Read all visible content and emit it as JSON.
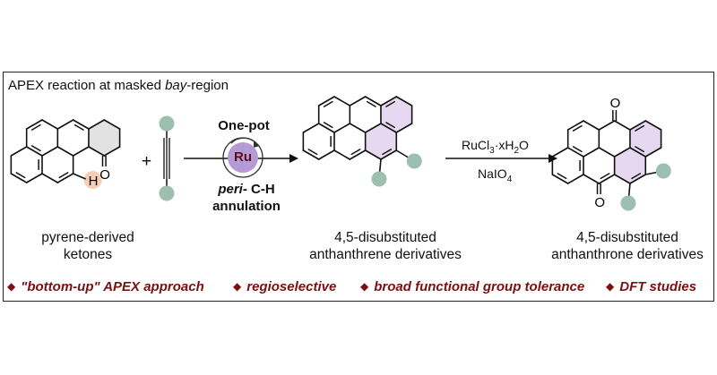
{
  "title": "APEX reaction at masked bay-region",
  "title_parts": {
    "pre": "APEX reaction at masked ",
    "italic": "bay",
    "post": "-region"
  },
  "compounds": {
    "ketone_label_line1": "pyrene-derived",
    "ketone_label_line2": "ketones",
    "anthanthrene_label_line1": "4,5-disubstituted",
    "anthanthrene_label_line2": "anthanthrene derivatives",
    "anthanthrone_label_line1": "4,5-disubstituted",
    "anthanthrone_label_line2": "anthanthrone derivatives"
  },
  "atoms": {
    "h": "H",
    "o": "O",
    "plus": "+"
  },
  "step1": {
    "top_label": "One-pot",
    "catalyst": "Ru",
    "bottom_italic": "peri",
    "bottom_rest": "- C-H",
    "bottom_line2": "annulation"
  },
  "step2": {
    "reagent_top_main": "RuCl",
    "reagent_top_sub": "3",
    "reagent_top_rest": "·xH",
    "reagent_top_sub2": "2",
    "reagent_top_end": "O",
    "reagent_bottom_main": "NaIO",
    "reagent_bottom_sub": "4"
  },
  "features": [
    "\"bottom-up\" APEX approach",
    "regioselective",
    "broad functional group tolerance",
    "DFT studies"
  ],
  "colors": {
    "substituent": "#9dbfb1",
    "purple_ring": "#e6d8f1",
    "gray_ring": "#e2e2e2",
    "h_highlight": "#f6cdb7",
    "catalyst_fill": "#b49bd6",
    "feature_text": "#7a1010"
  }
}
